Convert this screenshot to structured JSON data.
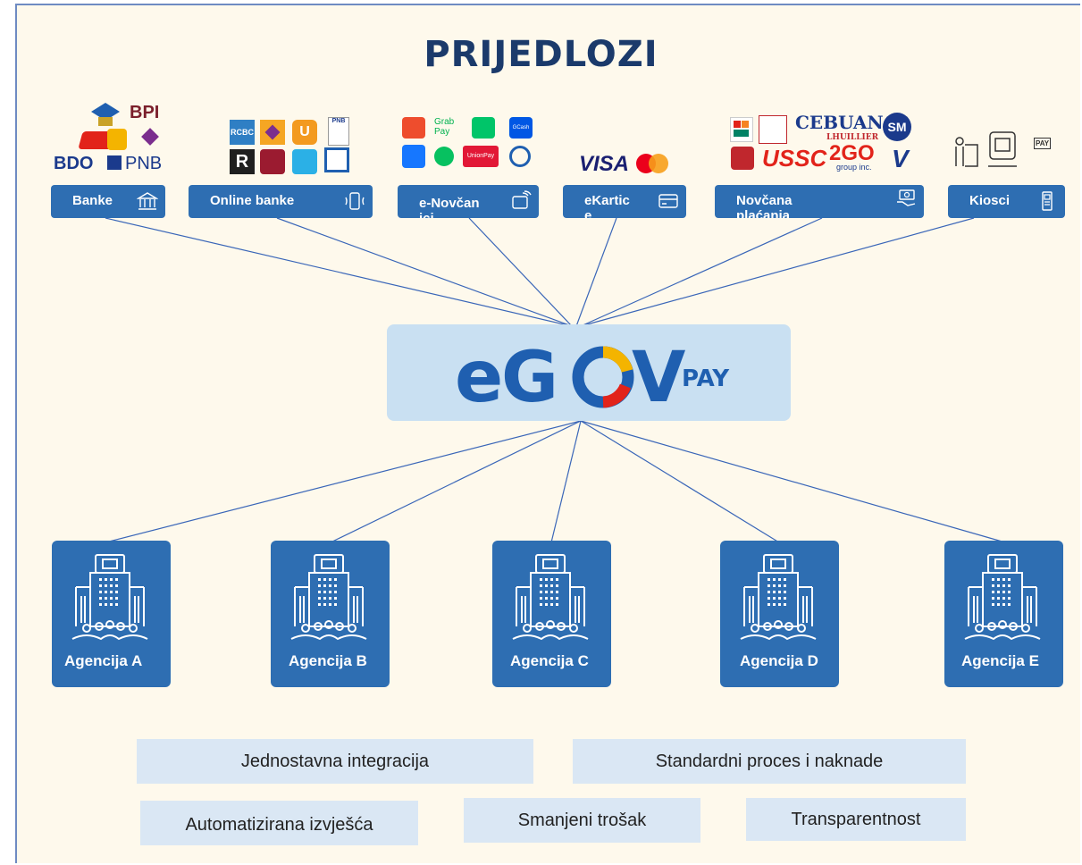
{
  "title": "PRIJEDLOZI",
  "colors": {
    "background": "#FEF9EC",
    "box_blue": "#2E6EB2",
    "hub_bg": "#C9E0F2",
    "benefit_bg": "#DAE7F4",
    "line": "#3A66B8"
  },
  "channels": [
    {
      "label": "Banke",
      "icon": "bank-icon"
    },
    {
      "label": "Online banke",
      "icon": "mobile-payment-icon"
    },
    {
      "label": "e-Novčanici",
      "icon": "wallet-icon"
    },
    {
      "label": "eKartice",
      "icon": "card-icon"
    },
    {
      "label": "Novčana plaćanja",
      "icon": "cash-payment-icon"
    },
    {
      "label": "Kiosci",
      "icon": "kiosk-icon"
    }
  ],
  "logos": {
    "banks": [
      "BPI",
      "BDO",
      "PNB"
    ],
    "online": [
      "RCBC",
      "PNB"
    ],
    "ewallets": [
      "Grab Pay",
      "GCash",
      "UnionPay"
    ],
    "cards": [
      "VISA"
    ],
    "cash": [
      "CEBUANA",
      "LHUILLIER",
      "USSC",
      "2GO",
      "group inc."
    ],
    "kiosks": [
      "PAY"
    ]
  },
  "hub": {
    "brand": "eGOV",
    "suffix": "PAY"
  },
  "agencies": [
    "Agencija A",
    "Agencija B",
    "Agencija C",
    "Agencija D",
    "Agencija E"
  ],
  "benefits": [
    "Jednostavna integracija",
    "Standardni proces i naknade",
    "Automatizirana izvješća",
    "Smanjeni trošak",
    "Transparentnost"
  ]
}
